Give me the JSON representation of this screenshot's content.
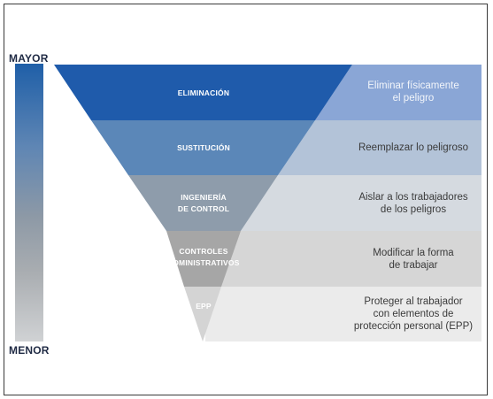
{
  "scale": {
    "top": "MAYOR",
    "bottom": "MENOR"
  },
  "levels": [
    {
      "name": "ELIMINACIÓN",
      "description": "Eliminar físicamente\nel peligro"
    },
    {
      "name": "SUSTITUCIÓN",
      "description": "Reemplazar lo peligroso"
    },
    {
      "name": "INGENIERÍA\nDE CONTROL",
      "description": "Aislar a los trabajadores\nde los peligros"
    },
    {
      "name": "CONTROLES\nADMINISTRATIVOS",
      "description": "Modificar la forma\nde trabajar"
    },
    {
      "name": "EPP",
      "description": "Proteger al trabajador\ncon elementos de\nprotección personal (EPP)"
    }
  ],
  "colors": {
    "level_fills": [
      "#1f5bab",
      "#5b87b8",
      "#8e9cab",
      "#a6a6a6",
      "#d4d4d4"
    ],
    "description_fills": [
      "#8aa6d6",
      "#b3c3d8",
      "#d5dae0",
      "#d6d6d6",
      "#ebebeb"
    ]
  }
}
